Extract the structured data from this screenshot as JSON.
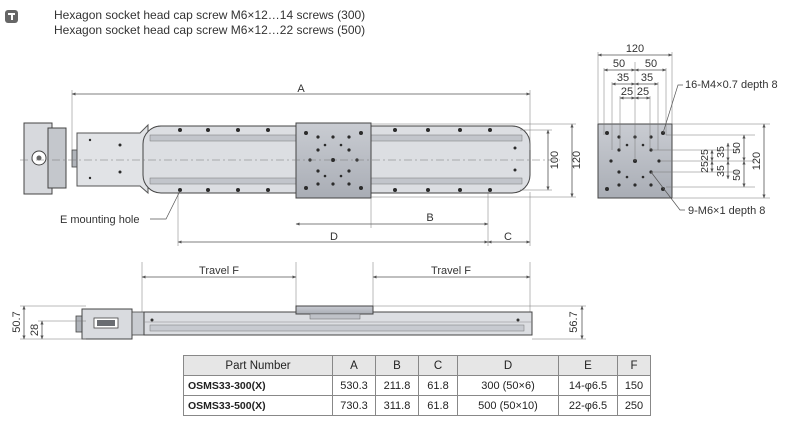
{
  "notes": {
    "line1": "Hexagon socket head cap screw M6×12…14 screws (300)",
    "line2": "Hexagon socket head cap screw M6×12…22 screws (500)"
  },
  "labels": {
    "dim_A": "A",
    "dim_B": "B",
    "dim_C": "C",
    "dim_D": "D",
    "e_mounting_hole": "E mounting hole",
    "dim_100": "100",
    "dim_120_side": "120",
    "top_120": "120",
    "top_50_left": "50",
    "top_50_right": "50",
    "top_35_left": "35",
    "top_35_right": "35",
    "top_25_left": "25",
    "top_25_right": "25",
    "holes_16": "16-M4×0.7 depth 8",
    "holes_9": "9-M6×1 depth 8",
    "r_25a": "25",
    "r_25b": "25",
    "r_35a": "35",
    "r_35b": "35",
    "r_50a": "50",
    "r_50b": "50",
    "r_120": "120",
    "travel_left": "Travel F",
    "travel_right": "Travel F",
    "h_50_7": "50.7",
    "h_28": "28",
    "h_56_7": "56.7"
  },
  "table": {
    "headers": [
      "Part Number",
      "A",
      "B",
      "C",
      "D",
      "E",
      "F"
    ],
    "rows": [
      [
        "OSMS33-300(X)",
        "530.3",
        "211.8",
        "61.8",
        "300 (50×6)",
        "14-φ6.5",
        "150"
      ],
      [
        "OSMS33-500(X)",
        "730.3",
        "311.8",
        "61.8",
        "500 (50×10)",
        "22-φ6.5",
        "250"
      ]
    ]
  }
}
